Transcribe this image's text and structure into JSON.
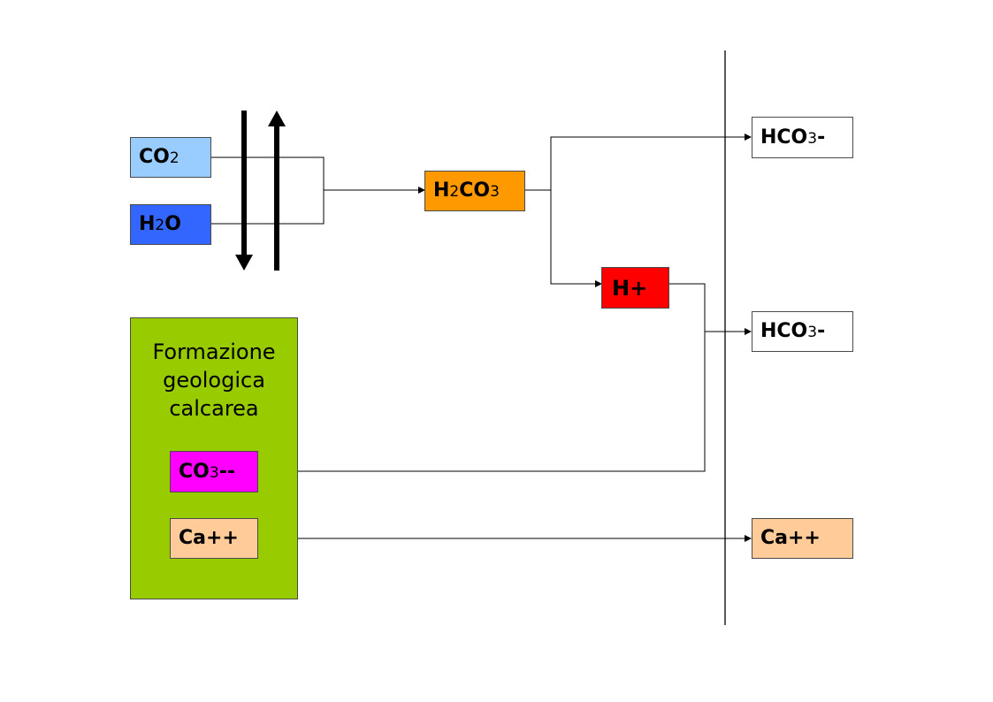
{
  "colors": {
    "co2": "#99ccff",
    "h2o": "#3366ff",
    "h2co3": "#ff9900",
    "hplus": "#ff0000",
    "hco3": "#ffffff",
    "geo": "#99cc00",
    "co3": "#ff00ff",
    "ca": "#ffcc99",
    "line": "#000000"
  },
  "nodes": {
    "co2": {
      "main": "CO",
      "sub": "2",
      "tail": ""
    },
    "h2o": {
      "main": "H",
      "sub": "2",
      "tail": "O"
    },
    "h2co3": {
      "main": "H",
      "sub": "2",
      "mid": "CO",
      "sub2": "3"
    },
    "hplus": {
      "text": "H+"
    },
    "hco3_top": {
      "main": "HCO",
      "sub": "3",
      "tail": "-"
    },
    "hco3_mid": {
      "main": "HCO",
      "sub": "3",
      "tail": "-"
    },
    "ca_right": {
      "text": "Ca++"
    },
    "co3": {
      "main": "CO",
      "sub": "3",
      "tail": "--"
    },
    "ca_left": {
      "text": "Ca++"
    }
  },
  "geology": {
    "title_lines": [
      "Formazione",
      "geologica",
      "calcarea"
    ]
  },
  "icons": {
    "down_arrow": "thick-down-arrow-icon",
    "up_arrow": "thick-up-arrow-icon"
  }
}
